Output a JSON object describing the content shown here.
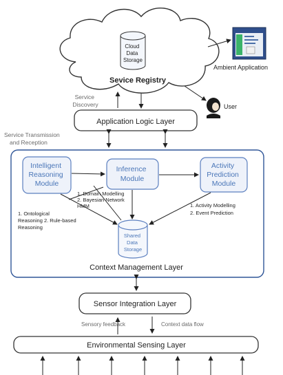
{
  "cloud": {
    "storage_lines": [
      "Cloud",
      "Data",
      "Storage"
    ],
    "registry": "Sevice Registry"
  },
  "ambient_app": "Ambient Application",
  "service_discovery": [
    "Service",
    "Discovery"
  ],
  "user": "User",
  "app_logic": "Application Logic Layer",
  "service_transmission": [
    "Service Transmission",
    "and Reception"
  ],
  "modules": {
    "intelligent": [
      "Intelligent",
      "Reasoning",
      "Module"
    ],
    "inference": [
      "Inference",
      "Module"
    ],
    "activity": [
      "Activity",
      "Prediction",
      "Module"
    ]
  },
  "notes": {
    "inference": [
      "1. Domain Modelling",
      "2. Bayesian Network",
      "HMM"
    ],
    "reasoning": [
      "1. Ontological",
      "Reasoning 2. Rule-based",
      "Reasoning"
    ],
    "activity": [
      "1. Activity Modelling",
      "2. Event Prediction"
    ]
  },
  "shared_storage": [
    "Shared",
    "Data",
    "Storage"
  ],
  "context_layer": "Context Management Layer",
  "sensor_layer": "Sensor Integration Layer",
  "sensory_feedback": "Sensory feedback",
  "context_flow": "Context data flow",
  "env_layer": "Environmental Sensing Layer"
}
